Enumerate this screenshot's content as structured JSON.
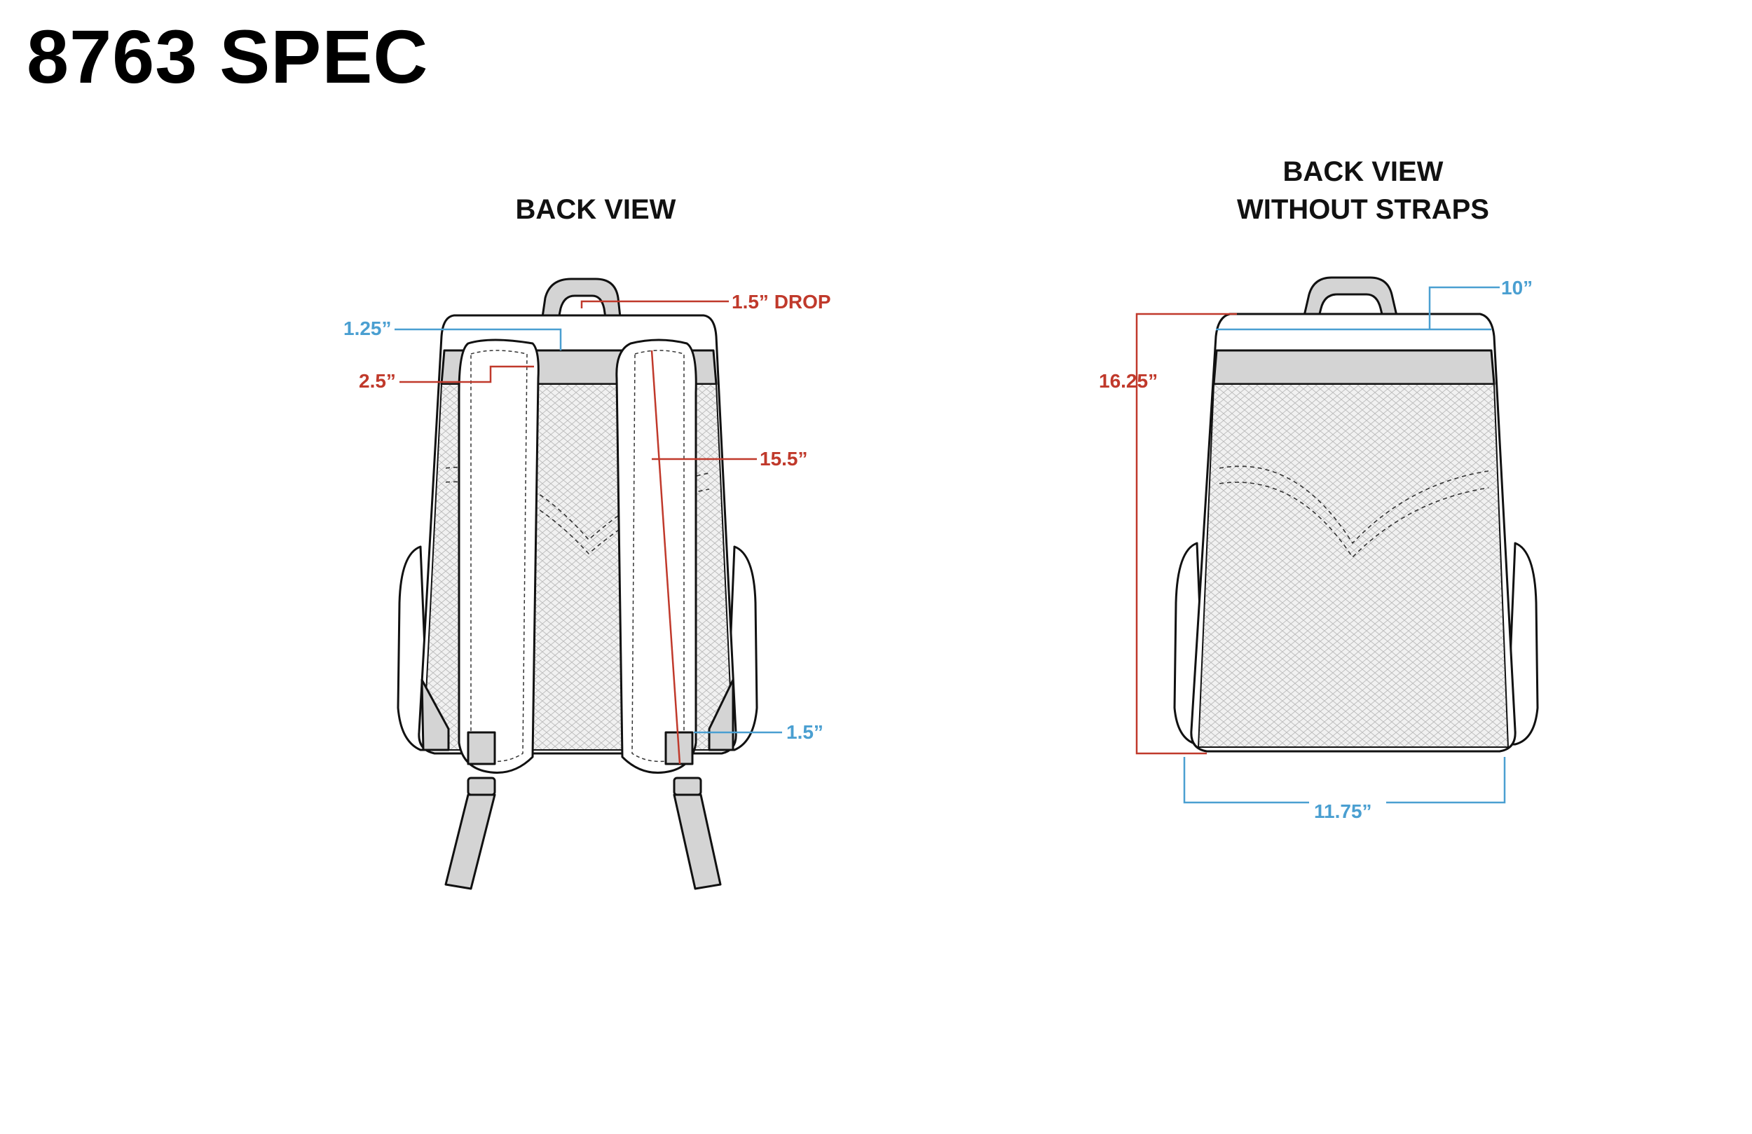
{
  "header": {
    "title": "8763 SPEC"
  },
  "views": [
    {
      "title": "BACK VIEW"
    },
    {
      "title_line1": "BACK VIEW",
      "title_line2": "WITHOUT STRAPS"
    }
  ],
  "measurements": {
    "handle_drop": "1.5” DROP",
    "strap_top_width": "1.25”",
    "strap_width": "2.5”",
    "strap_length": "15.5”",
    "webbing_width": "1.5”",
    "top_width": "10”",
    "height": "16.25”",
    "bottom_width": "11.75”"
  },
  "colors": {
    "dimension_red": "#c0392b",
    "dimension_blue": "#4a9fd1",
    "panel_gray": "#d4d4d4",
    "outline": "#111111"
  }
}
